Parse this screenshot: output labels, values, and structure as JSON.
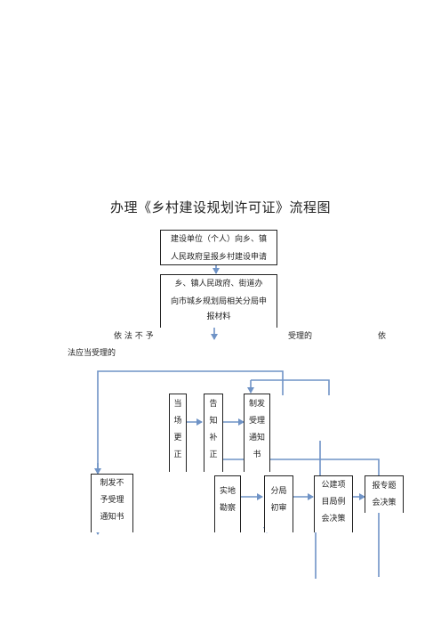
{
  "title": "办理《乡村建设规划许可证》流程图",
  "colors": {
    "arrow": "#6f93c6",
    "border": "#222222",
    "text": "#222222"
  },
  "nodes": {
    "apply": {
      "line1": "建设单位（个人）向乡、镇",
      "line2": "人民政府呈报乡村建设申请"
    },
    "report": {
      "line1": "乡、镇人民政府、街道办",
      "line2": "向市城乡规划局相关分局申",
      "line3": "报材料"
    },
    "on_site": [
      "当",
      "场",
      "更",
      "正"
    ],
    "notify_supplement": [
      "告",
      "知",
      "补",
      "正"
    ],
    "accept_notice": [
      "制发",
      "受理",
      "通知",
      "书"
    ],
    "reject_notice": [
      "制发不",
      "予受理",
      "通知书"
    ],
    "survey": [
      "实地",
      "勘察"
    ],
    "branch_review": [
      "分局",
      "初审"
    ],
    "public_meeting": [
      "公建项",
      "目局例",
      "会决策"
    ],
    "special_meeting": [
      "报专题",
      "会决策"
    ]
  },
  "conditions": {
    "left_a": "依 法 不 予",
    "left_b": "法应当受理的",
    "mid": "受理的",
    "right": "依"
  }
}
